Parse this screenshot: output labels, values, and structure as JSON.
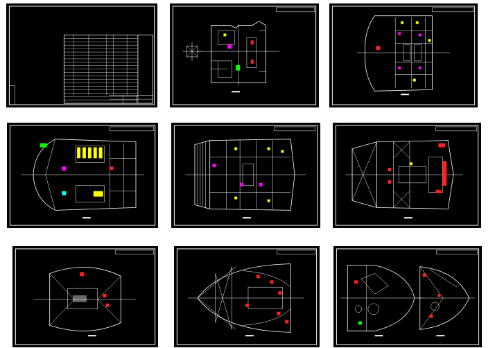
{
  "viewer": {
    "background": "#ffffff",
    "sheet_background": "#000000",
    "line_color": "#ffffff",
    "accent_colors": {
      "red": "#ff2020",
      "magenta": "#ff00ff",
      "yellow": "#ffff00",
      "green": "#00ff00",
      "cyan": "#00ffff"
    }
  },
  "sheets": [
    {
      "id": "sheet-1",
      "kind": "cover-table"
    },
    {
      "id": "sheet-2",
      "kind": "top-deck-plan"
    },
    {
      "id": "sheet-3",
      "kind": "upper-deck-plan"
    },
    {
      "id": "sheet-4",
      "kind": "main-deck-plan"
    },
    {
      "id": "sheet-5",
      "kind": "second-deck-plan"
    },
    {
      "id": "sheet-6",
      "kind": "hold-plan"
    },
    {
      "id": "sheet-7",
      "kind": "bow-plan"
    },
    {
      "id": "sheet-8",
      "kind": "hull-plan"
    },
    {
      "id": "sheet-9",
      "kind": "bow-stern-sections"
    }
  ]
}
